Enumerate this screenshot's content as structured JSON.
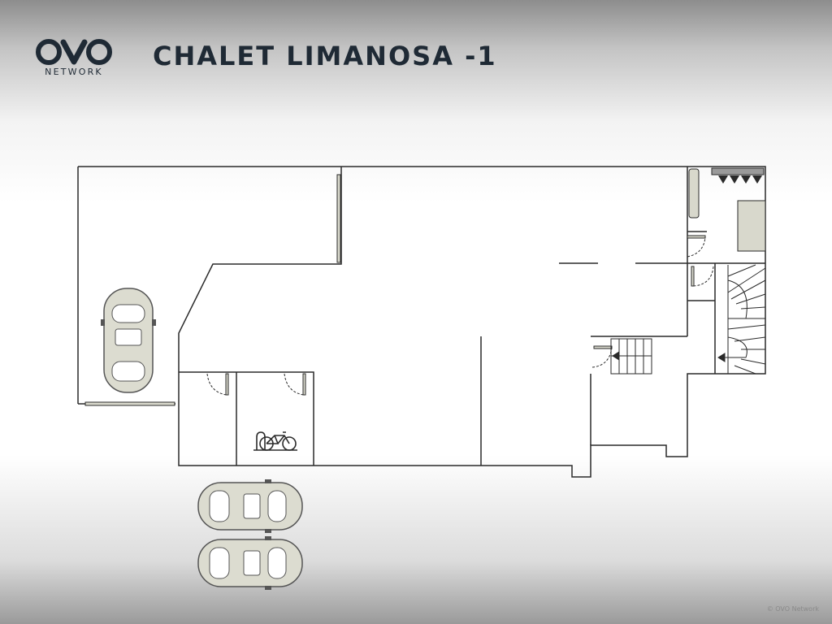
{
  "brand": {
    "logo_text": "OVO",
    "sub_text": "NETWORK"
  },
  "header": {
    "title": "CHALET LIMANOSA -1"
  },
  "colors": {
    "ink": "#1f2a35",
    "line": "#2a2a2a",
    "fixture_fill": "#d8d8cc",
    "car_fill": "#dcdcd0"
  },
  "plan": {
    "icons": [
      "car-icon",
      "car-icon",
      "car-icon",
      "bicycle-icon",
      "stairs-icon",
      "stairs-icon",
      "door-swing-icon"
    ]
  },
  "footer": {
    "credit": "© OVO Network"
  }
}
